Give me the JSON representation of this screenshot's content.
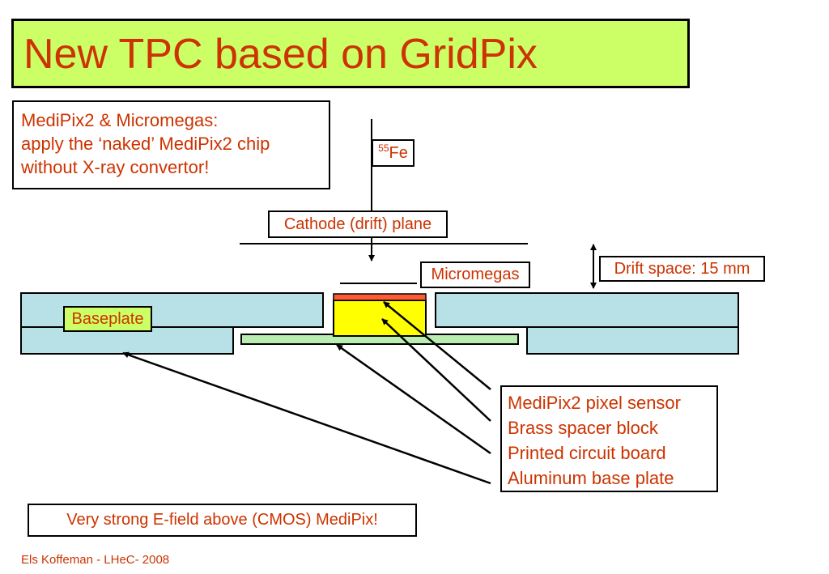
{
  "title": "New TPC based on GridPix",
  "intro": {
    "lines": [
      "MediPix2 & Micromegas:",
      "apply the ‘naked’ MediPix2 chip",
      "without X-ray convertor!"
    ]
  },
  "source_label": {
    "superscript": "55",
    "element": "Fe"
  },
  "cathode_label": "Cathode (drift) plane",
  "micromegas_label": "Micromegas",
  "drift_label": "Drift space: 15 mm",
  "baseplate_label": "Baseplate",
  "parts": [
    "MediPix2 pixel sensor",
    "Brass spacer block",
    "Printed circuit board",
    "Aluminum base plate"
  ],
  "efield_note": "Very strong E-field above (CMOS) MediPix!",
  "footer": "Els Koffeman - LHeC- 2008",
  "colors": {
    "title_bg": "#ccff66",
    "text_accent": "#cc3300",
    "base_plate": "#b7e1e6",
    "pcb": "#b9eeb0",
    "spacer": "#ffff00",
    "sensor": "#ff5a36"
  }
}
